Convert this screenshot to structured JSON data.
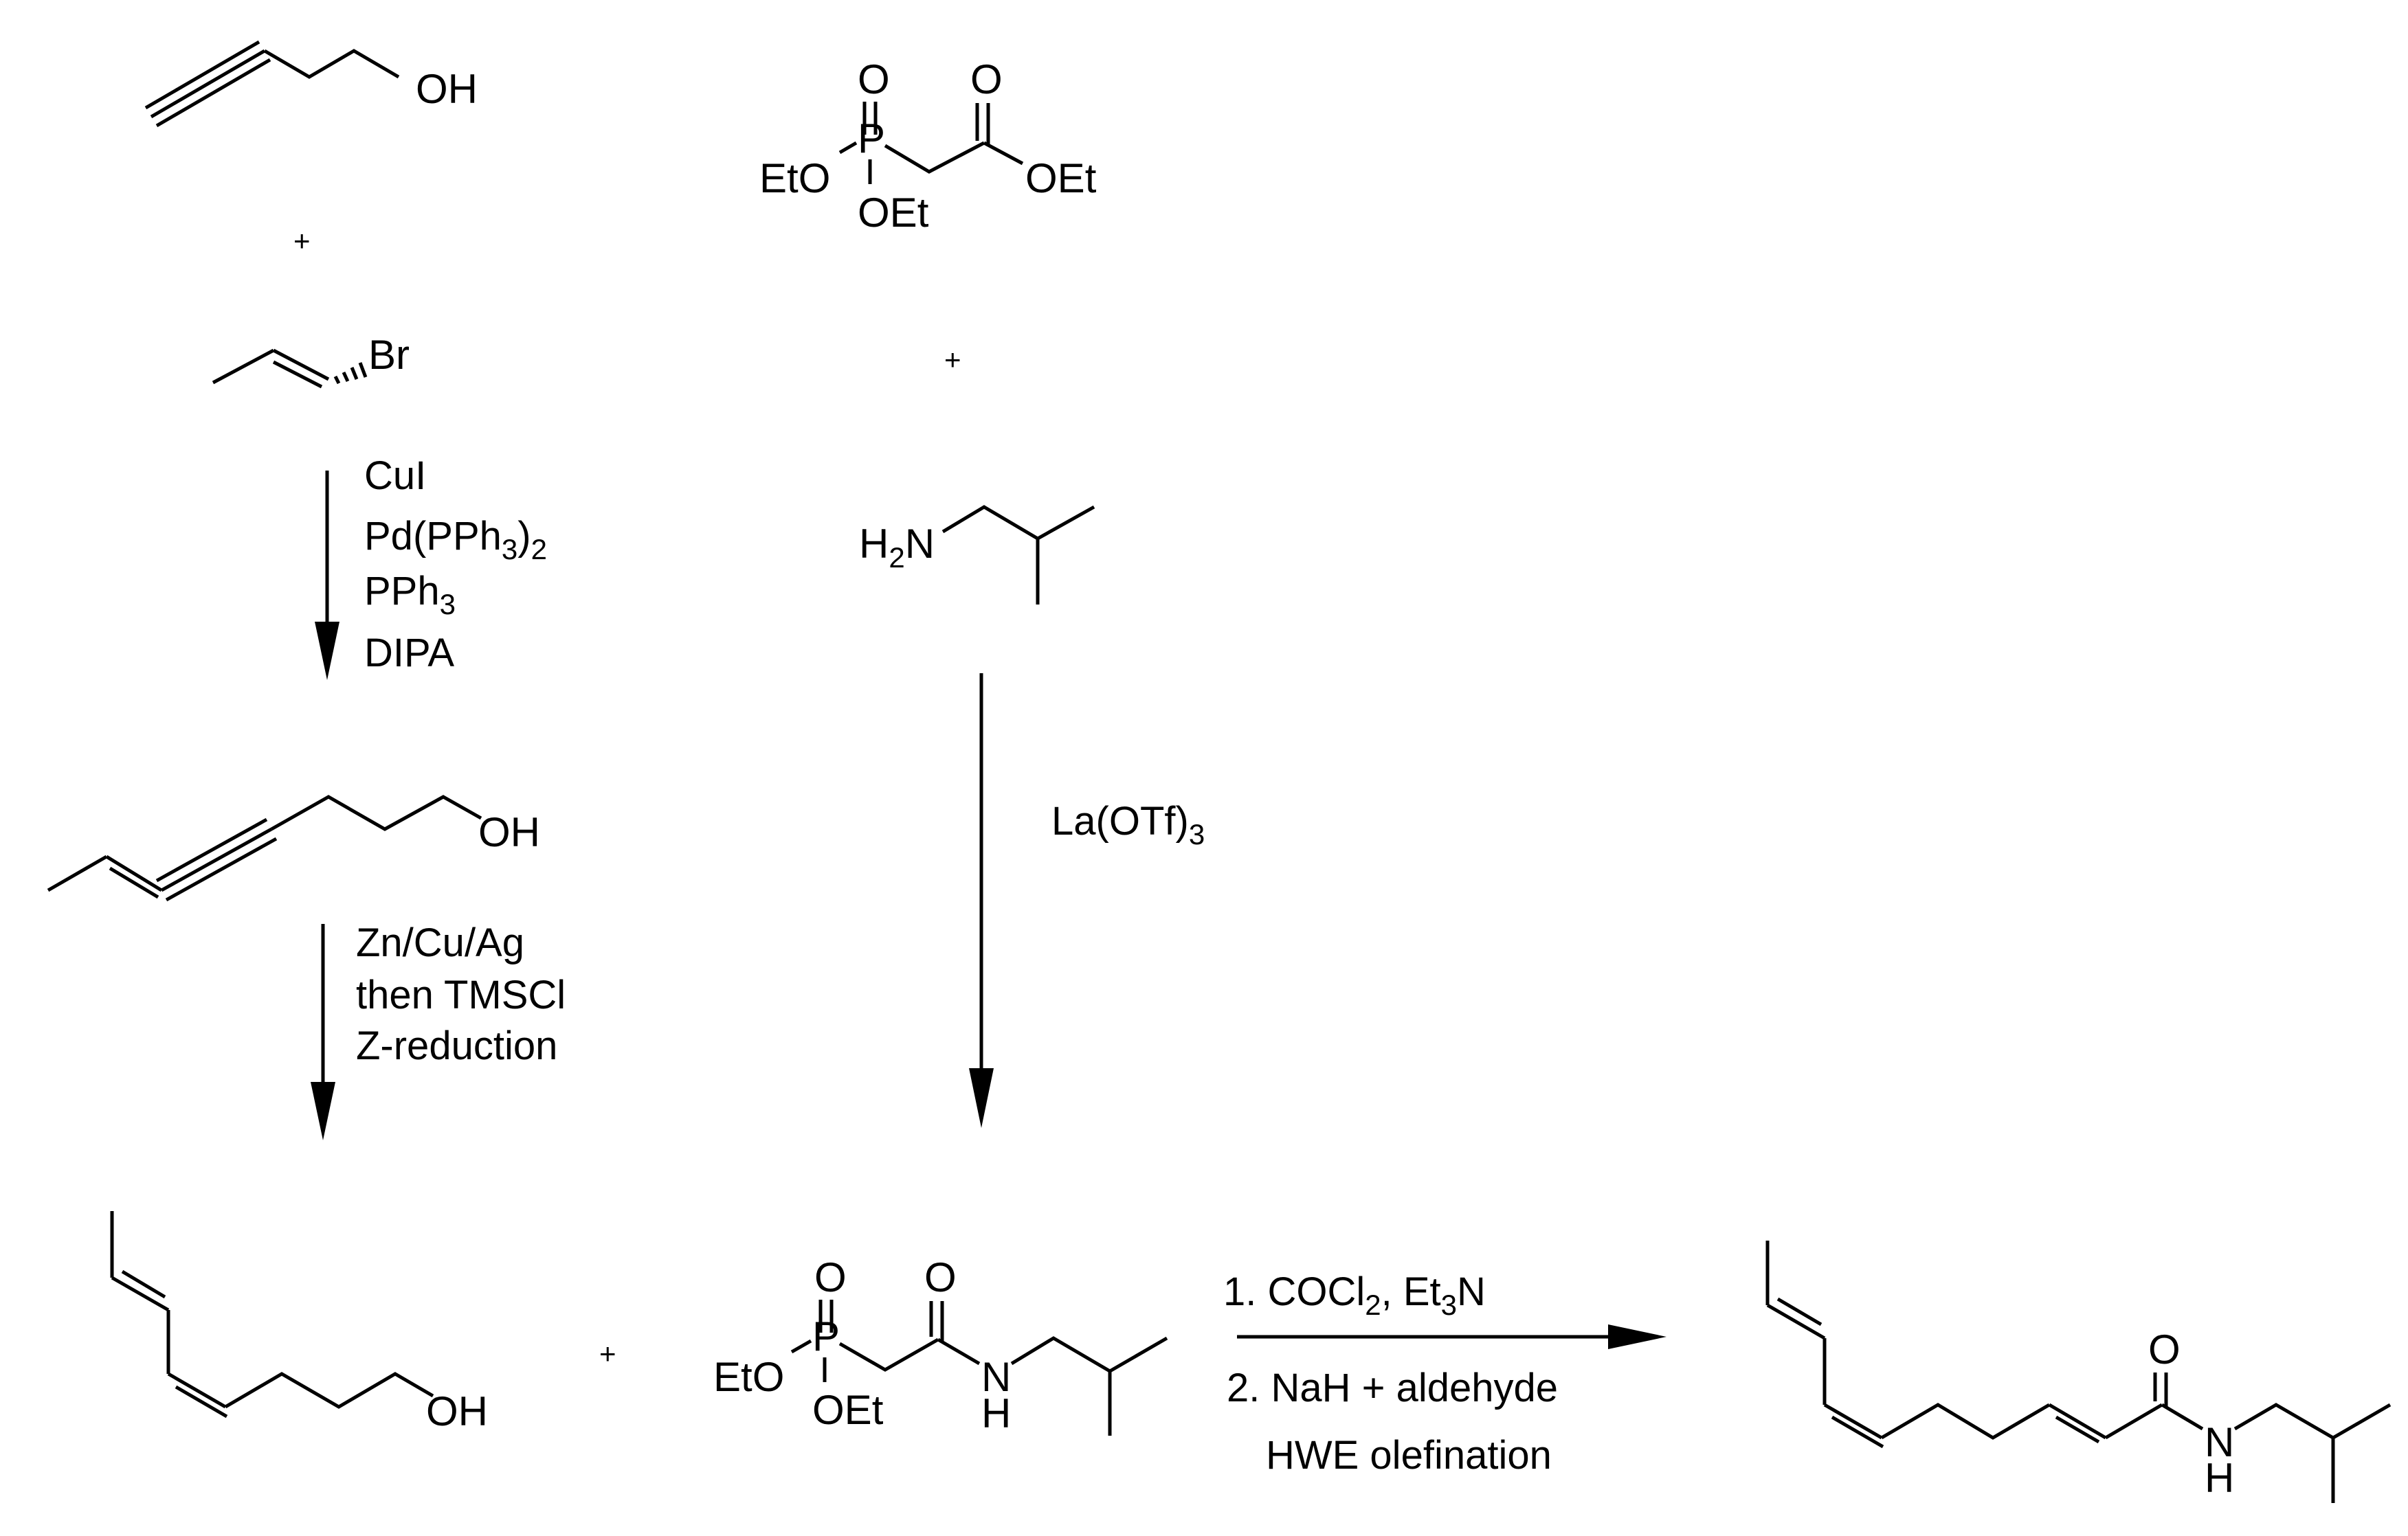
{
  "reaction_scheme": {
    "molecules": {
      "pentynol": {
        "oh": "OH"
      },
      "bromopropene": {
        "br": "Br"
      },
      "phosphonoacetate": {
        "o1": "O",
        "o2": "O",
        "p": "P",
        "eto_left": "EtO",
        "oet_bottom": "OEt",
        "oet_right": "OEt"
      },
      "isobutylamine": {
        "h": "H",
        "sub2": "2",
        "n": "N"
      },
      "enyne_alcohol": {
        "oh": "OH"
      },
      "diene_alcohol": {
        "oh": "OH"
      },
      "phosphonoamide": {
        "o1": "O",
        "o2": "O",
        "p": "P",
        "eto_left": "EtO",
        "oet_bottom": "OEt",
        "n": "N",
        "h": "H"
      },
      "product": {
        "o": "O",
        "n": "N",
        "h": "H"
      }
    },
    "plus_signs": [
      "+",
      "+",
      "+"
    ],
    "step1_reagents": {
      "cui": "CuI",
      "pd_a": "Pd(PPh",
      "pd_sub3": "3",
      "pd_paren": ")",
      "pd_sub2": "2",
      "pph_a": "PPh",
      "pph_sub3": "3",
      "dipa": "DIPA"
    },
    "step2_reagents": {
      "zn": "Zn/Cu/Ag",
      "then": "then TMSCl",
      "zred": "Z-reduction"
    },
    "step3_reagents": {
      "la_a": "La(OTf)",
      "la_sub3": "3"
    },
    "step4_reagents": {
      "line1_a": "1. COCl",
      "line1_sub2": "2",
      "line1_b": ", Et",
      "line1_sub3": "3",
      "line1_c": "N",
      "line2": "2. NaH + aldehyde",
      "line3": "HWE olefination"
    }
  }
}
